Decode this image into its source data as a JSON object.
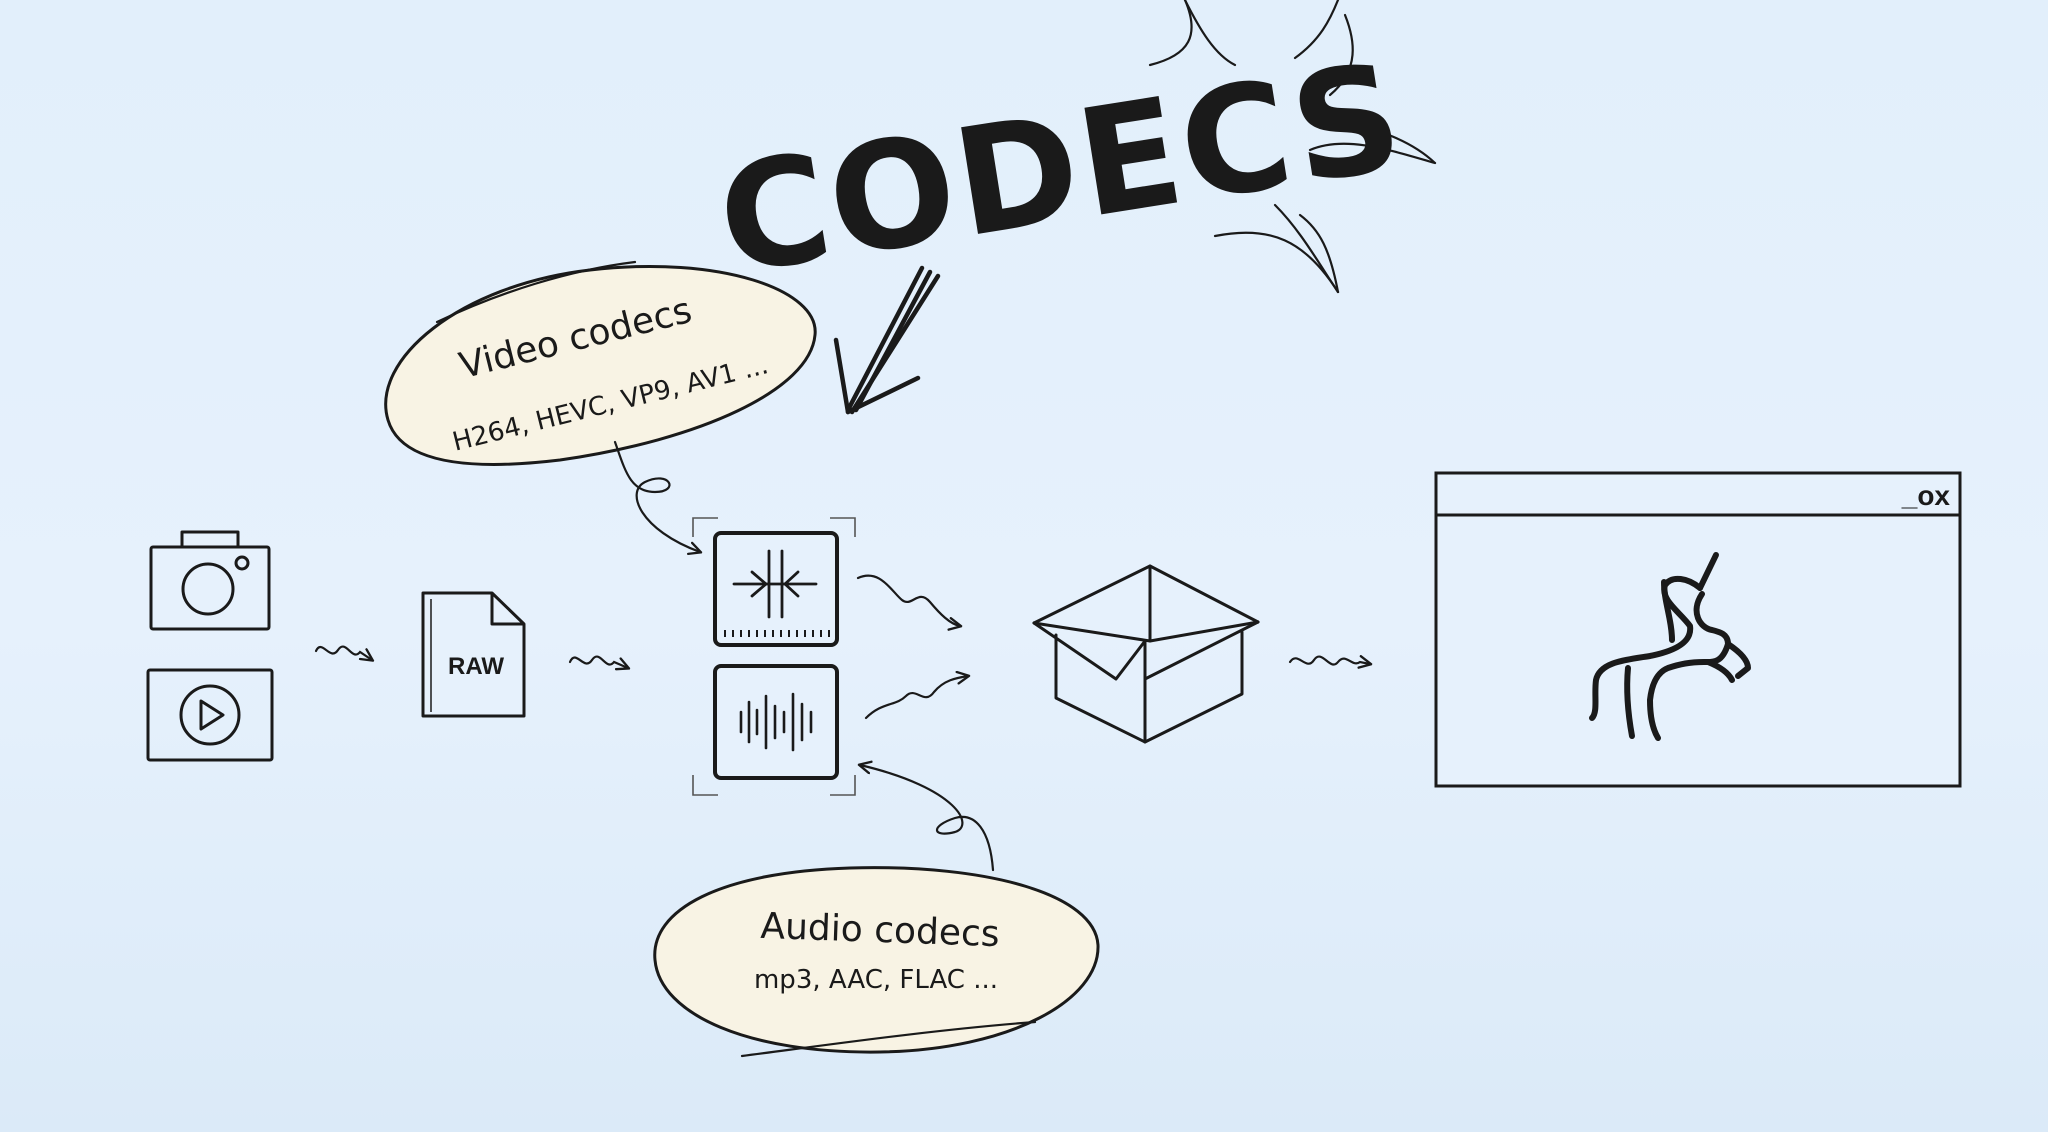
{
  "title": "CODECS",
  "video_bubble": {
    "title": "Video codecs",
    "formats": "H264, HEVC, VP9, AV1 ..."
  },
  "audio_bubble": {
    "title": "Audio codecs",
    "formats": "mp3, AAC, FLAC ..."
  },
  "raw_file": {
    "label": "RAW"
  },
  "player_window": {
    "controls": "_ox"
  },
  "colors": {
    "ink": "#1a1a1a",
    "bubble_fill": "#f8f3e4",
    "background": "#e3effb"
  },
  "icons": {
    "source_top": "camera-icon",
    "source_bottom": "play-icon",
    "file": "raw-file-icon",
    "video_encoder": "video-codec-icon",
    "audio_encoder": "audio-waveform-icon",
    "container": "open-box-icon",
    "player": "unicorn-icon"
  }
}
